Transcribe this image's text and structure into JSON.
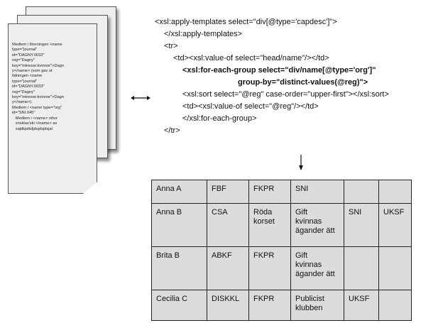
{
  "document": {
    "lines": [
      "Medlem i föreningen <name",
      "type=\"journal\"",
      "id=\"DAGNY.0032\"",
      "reg=\"Dagny\"",
      "key=\"intresse:kvinnor\">Dagn",
      "y</name> (som gav ut",
      "tidningen <name",
      "type=\"journal\"",
      "id=\"DAGNY.0033\"",
      "reg=\"Dagny\"",
      "key=\"intresse:kvinnor\">Dagn",
      "y</name>).",
      "Medlem i <name type=\"org\"",
      "id=\"SNI.045\"",
      "   Medlem i <name> nõvz",
      "   xnsklas'ski </name> as",
      "   sajdkjslkdjdsjdsjdsjal"
    ]
  },
  "code": {
    "lines": [
      {
        "text": "<xsl:apply-templates select=\"div[@type='capdesc']\">",
        "indent": 0,
        "bold": false
      },
      {
        "text": "</xsl:apply-templates>",
        "indent": 1,
        "bold": false
      },
      {
        "text": "<tr>",
        "indent": 1,
        "bold": false
      },
      {
        "text": "<td><xsl:value-of select=\"head/name\"/></td>",
        "indent": 2,
        "bold": false
      },
      {
        "text": "<xsl:for-each-group select=\"div/name[@type='org']\"",
        "indent": 3,
        "bold": true
      },
      {
        "text": "group-by=\"distinct-values(@reg)\">",
        "indent": 9,
        "bold": true
      },
      {
        "text": "<xsl:sort select=\"@reg\" case-order=\"upper-first\"></xsl:sort>",
        "indent": 3,
        "bold": false
      },
      {
        "text": "<td><xsl:value-of select=\"@reg\"/></td>",
        "indent": 3,
        "bold": false
      },
      {
        "text": "</xsl:for-each-group>",
        "indent": 3,
        "bold": false
      },
      {
        "text": "</tr>",
        "indent": 1,
        "bold": false
      }
    ]
  },
  "table": {
    "rows": [
      [
        "Anna A",
        "FBF",
        "FKPR",
        "SNI",
        "",
        ""
      ],
      [
        "Anna B",
        "CSA",
        "Röda\nkorset",
        "Gift\nkvinnas\nägander ätt",
        "SNI",
        "UKSF"
      ],
      [
        "Brita B",
        "ABKF",
        "FKPR",
        "Gift\nkvinnas\nägander ätt",
        "",
        ""
      ],
      [
        "Cecilia C",
        "DISKKL",
        "FKPR",
        "Publicist\nklubben",
        "UKSF",
        ""
      ]
    ]
  }
}
